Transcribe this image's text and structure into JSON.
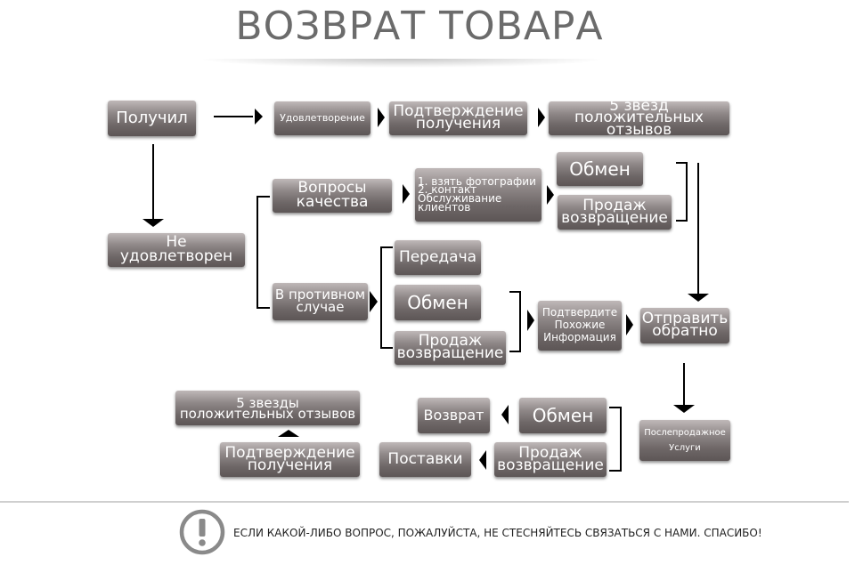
{
  "title": "ВОЗВРАТ ТОВАРА",
  "nodes": {
    "received": "Получил",
    "satisfied": "Удовлетворение",
    "confirm_receipt_top": "Подтверждение\nполучения",
    "five_stars_top": "5 звезд\nположительных\nотзывов",
    "not_satisfied": "Не удовлетворен",
    "quality_issues": "Вопросы\nкачества",
    "photo_contact": "1. взять фотографии\n2. контакт\nОбслуживание\nклиентов",
    "exchange_top": "Обмен",
    "sale_return_top": "Продаж\nвозвращение",
    "otherwise": "В противном\nслучае",
    "transfer": "Передача",
    "exchange_mid": "Обмен",
    "sale_return_mid": "Продаж\nвозвращение",
    "confirm_similar": "Подтвердите\nПохожие\nИнформация",
    "send_back": "Отправить\nобратно",
    "after_sales": "Послепродажное\nУслуги",
    "exchange_bottom": "Обмен",
    "refund": "Возврат",
    "sale_return_bottom": "Продаж\nвозвращение",
    "delivery": "Поставки",
    "confirm_receipt_bottom": "Подтверждение\nполучения",
    "five_stars_bottom": "5 звезды\nположительных отзывов"
  },
  "footer": {
    "notice": "ЕСЛИ КАКОЙ-ЛИБО ВОПРОС, ПОЖАЛУЙСТА, НЕ СТЕСНЯЙТЕСЬ СВЯЗАТЬСЯ С НАМИ. СПАСИБО!",
    "icon": "exclamation-circle-icon"
  },
  "colors": {
    "box_top": "#bfb8b8",
    "box_bottom": "#5d5656",
    "title": "#6b6b6b",
    "line": "#000000"
  }
}
